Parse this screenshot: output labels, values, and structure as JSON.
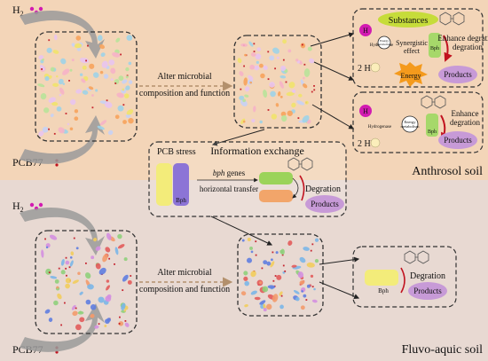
{
  "labels": {
    "h2": "H",
    "h2_sub": "2",
    "pcb77": "PCB77",
    "alter_line1": "Alter microbial",
    "alter_line2": "composition and function",
    "pcb_stress": "PCB stress",
    "info_exchange": "Information exchange",
    "bph_genes_italic": "bph",
    "bph_genes_rest": " genes",
    "horizontal_transfer": "horizontal transfer",
    "degration": "Degration",
    "products": "Products",
    "bph": "Bph",
    "substances": "Substances",
    "synergistic_effect": "Synergistic\neffect",
    "enhance_degration": "Enhance\ndegration",
    "energy": "Energy",
    "hydrogenase": "Hydrogenase",
    "energy_metabolism": "Energy\nmetabolism",
    "h2_symbol": "H",
    "h_plus": "2 H",
    "h_plus_sup": "+",
    "anthrosol": "Anthrosol soil",
    "fluvo": "Fluvo-aquic soil"
  },
  "colors": {
    "top_bg": "#f3d5b8",
    "bottom_bg": "#e8d9d2",
    "substances": "#c6dc3a",
    "products": "#c79ad7",
    "h2_circle": "#d21bb1",
    "energy": "#f49a1c",
    "bph": "#6f4bb3",
    "arrow_orange": "#b3906c"
  }
}
